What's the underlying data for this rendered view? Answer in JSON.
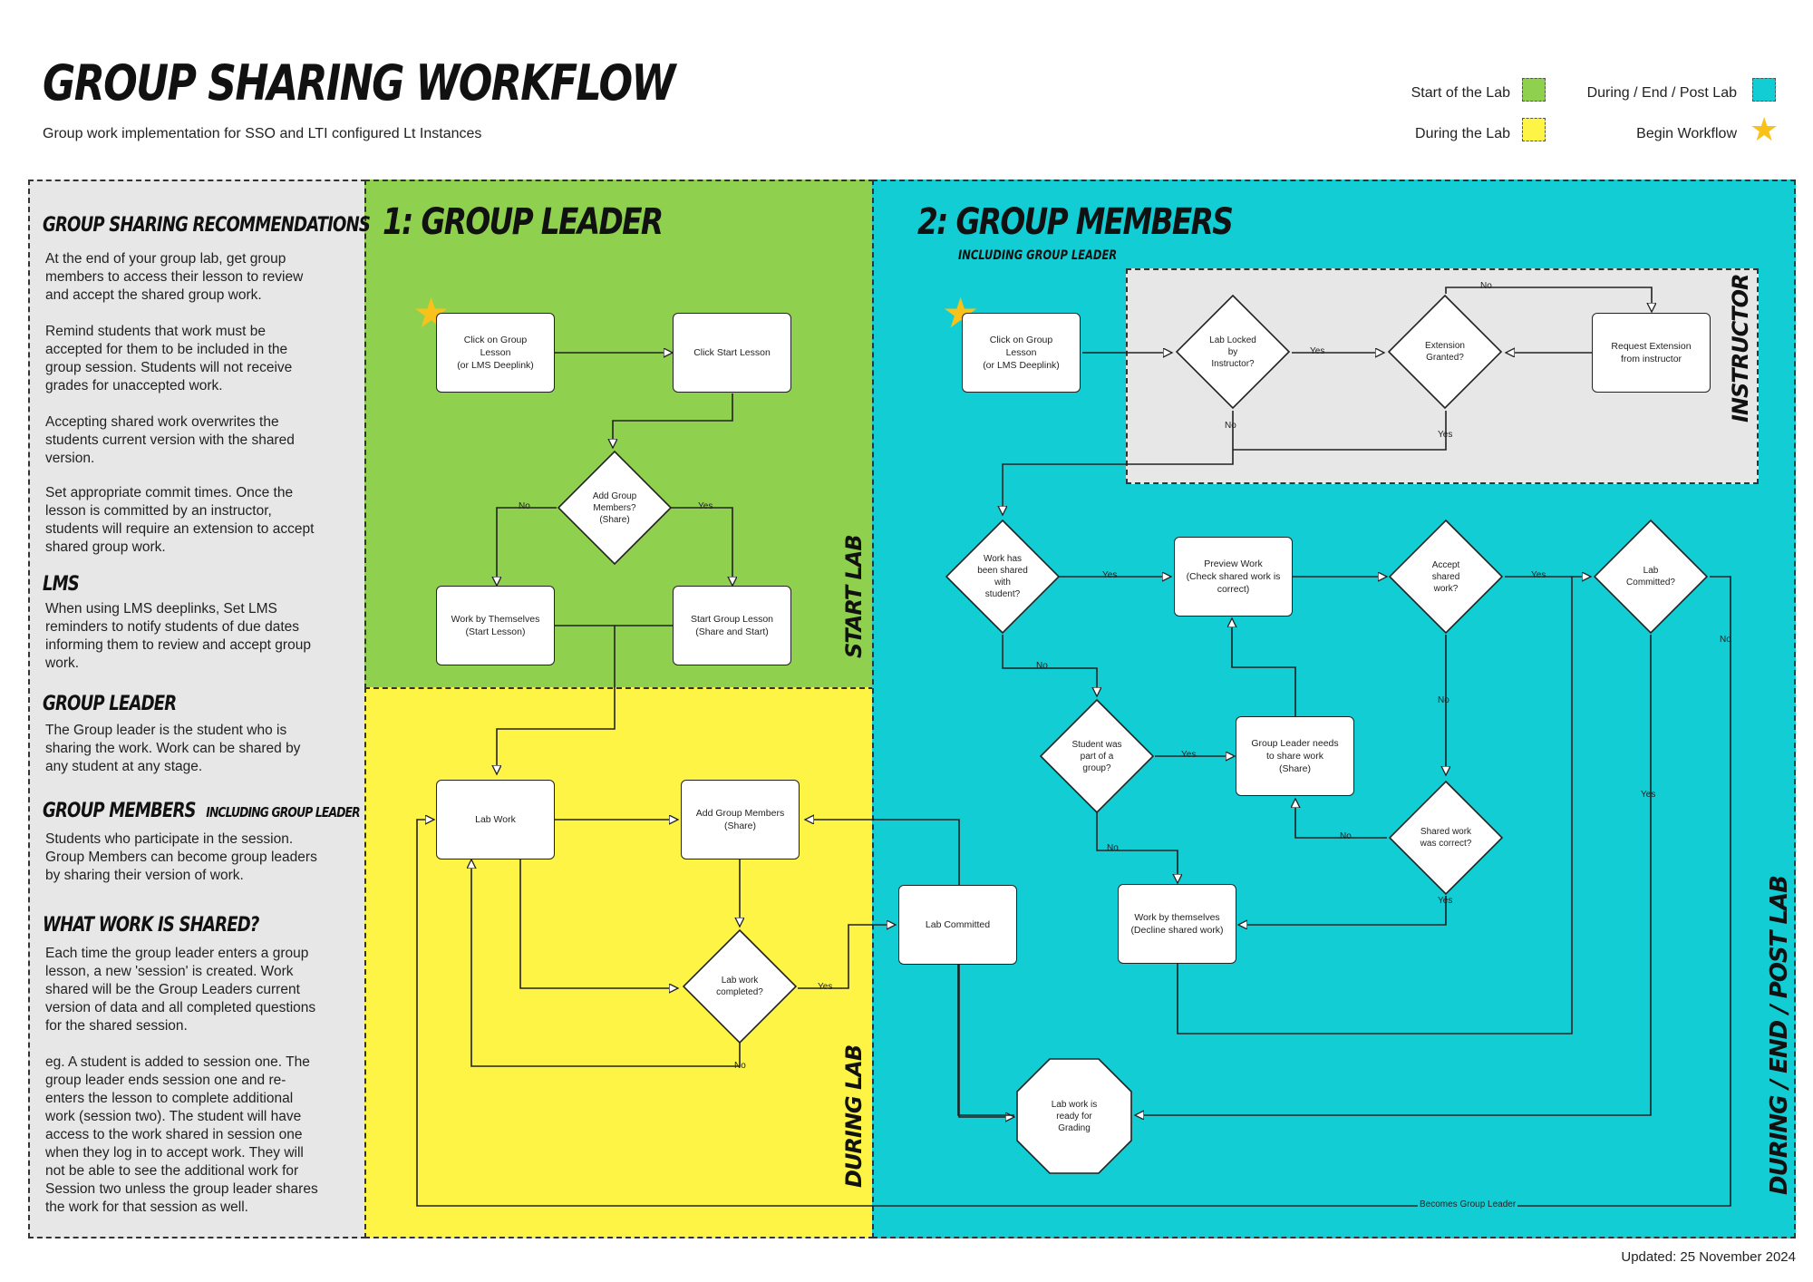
{
  "header": {
    "title": "GROUP SHARING WORKFLOW",
    "subtitle": "Group work implementation for SSO and LTI configured Lt Instances"
  },
  "legend": {
    "start_of_lab": "Start of the Lab",
    "during_lab": "During the Lab",
    "during_end_post_lab": "During / End / Post Lab",
    "begin_workflow": "Begin Workflow",
    "colors": {
      "start": "#8fd14f",
      "during": "#fef445",
      "post": "#12cdd4",
      "star": "#f9c21b",
      "sidebar": "#e7e7e7"
    }
  },
  "sidebar": {
    "recommendations_head": "GROUP SHARING RECOMMENDATIONS",
    "rec_p1": "At the end of your group lab, get group members to access their lesson to review and accept the shared group work.",
    "rec_p2": "Remind students that work must be accepted for them to be included in the group session. Students will not receive grades for unaccepted work.",
    "rec_p3": "Accepting shared work overwrites the students current version with the shared version.",
    "rec_p4": "Set appropriate commit times. Once the lesson is committed by an instructor, students will require an extension to accept shared group work.",
    "lms_head": "LMS",
    "lms_text": "When using LMS deeplinks, Set LMS reminders to notify students of due dates informing them to review and accept group work.",
    "leader_head": "GROUP LEADER",
    "leader_text": "The Group leader is the student who is sharing the work. Work can be shared by any student at any stage.",
    "members_head": "GROUP MEMBERS",
    "members_sub": "INCLUDING GROUP LEADER",
    "members_text": "Students who participate in the session. Group Members can become group leaders by sharing their version of work.",
    "shared_head": "WHAT WORK IS SHARED?",
    "shared_p1": "Each time the group leader enters a group lesson, a new 'session' is created. Work shared will be the Group Leaders current version of data and all completed questions for the shared session.",
    "shared_p2": "eg. A student is added to session one. The group leader ends session one and re-enters the lesson to complete additional work (session two). The student will have access to the work shared in session one when they log in to accept work. They will not be able to see the additional work for Session two unless the group leader shares the work for that session as well."
  },
  "sections": {
    "leader_head": "1: GROUP LEADER",
    "members_head": "2: GROUP MEMBERS",
    "members_sub": "INCLUDING GROUP LEADER",
    "start_lab": "START LAB",
    "during_lab": "DURING LAB",
    "post_lab": "DURING / END / POST LAB",
    "instructor": "INSTRUCTOR"
  },
  "nodes": {
    "gl_click": "Click on Group\nLesson\n(or LMS Deeplink)",
    "gl_start": "Click Start Lesson",
    "gl_add": "Add Group\nMembers?\n(Share)",
    "gl_alone": "Work by Themselves\n(Start Lesson)",
    "gl_group": "Start Group Lesson\n(Share and Start)",
    "lab_work": "Lab Work",
    "add_members": "Add Group Members\n(Share)",
    "lab_completed": "Lab work\ncompleted?",
    "lab_committed": "Lab Committed",
    "gm_click": "Click on Group\nLesson\n(or LMS Deeplink)",
    "locked": "Lab Locked\nby\nInstructor?",
    "ext_granted": "Extension\nGranted?",
    "req_ext": "Request Extension\nfrom instructor",
    "work_shared": "Work has\nbeen shared\nwith\nstudent?",
    "preview": "Preview Work\n(Check shared work is\ncorrect)",
    "accept": "Accept\nshared\nwork?",
    "lab_committed_q": "Lab\nCommitted?",
    "part_of_group": "Student was\npart of a\ngroup?",
    "leader_needs": "Group Leader needs\nto share work\n(Share)",
    "shared_correct": "Shared work\nwas correct?",
    "decline": "Work by themselves\n(Decline shared work)",
    "grading": "Lab work is\nready for\nGrading"
  },
  "edges": {
    "yes": "Yes",
    "no": "No",
    "becomes_leader": "Becomes Group Leader"
  },
  "footer": {
    "updated": "Updated: 25 November 2024"
  }
}
